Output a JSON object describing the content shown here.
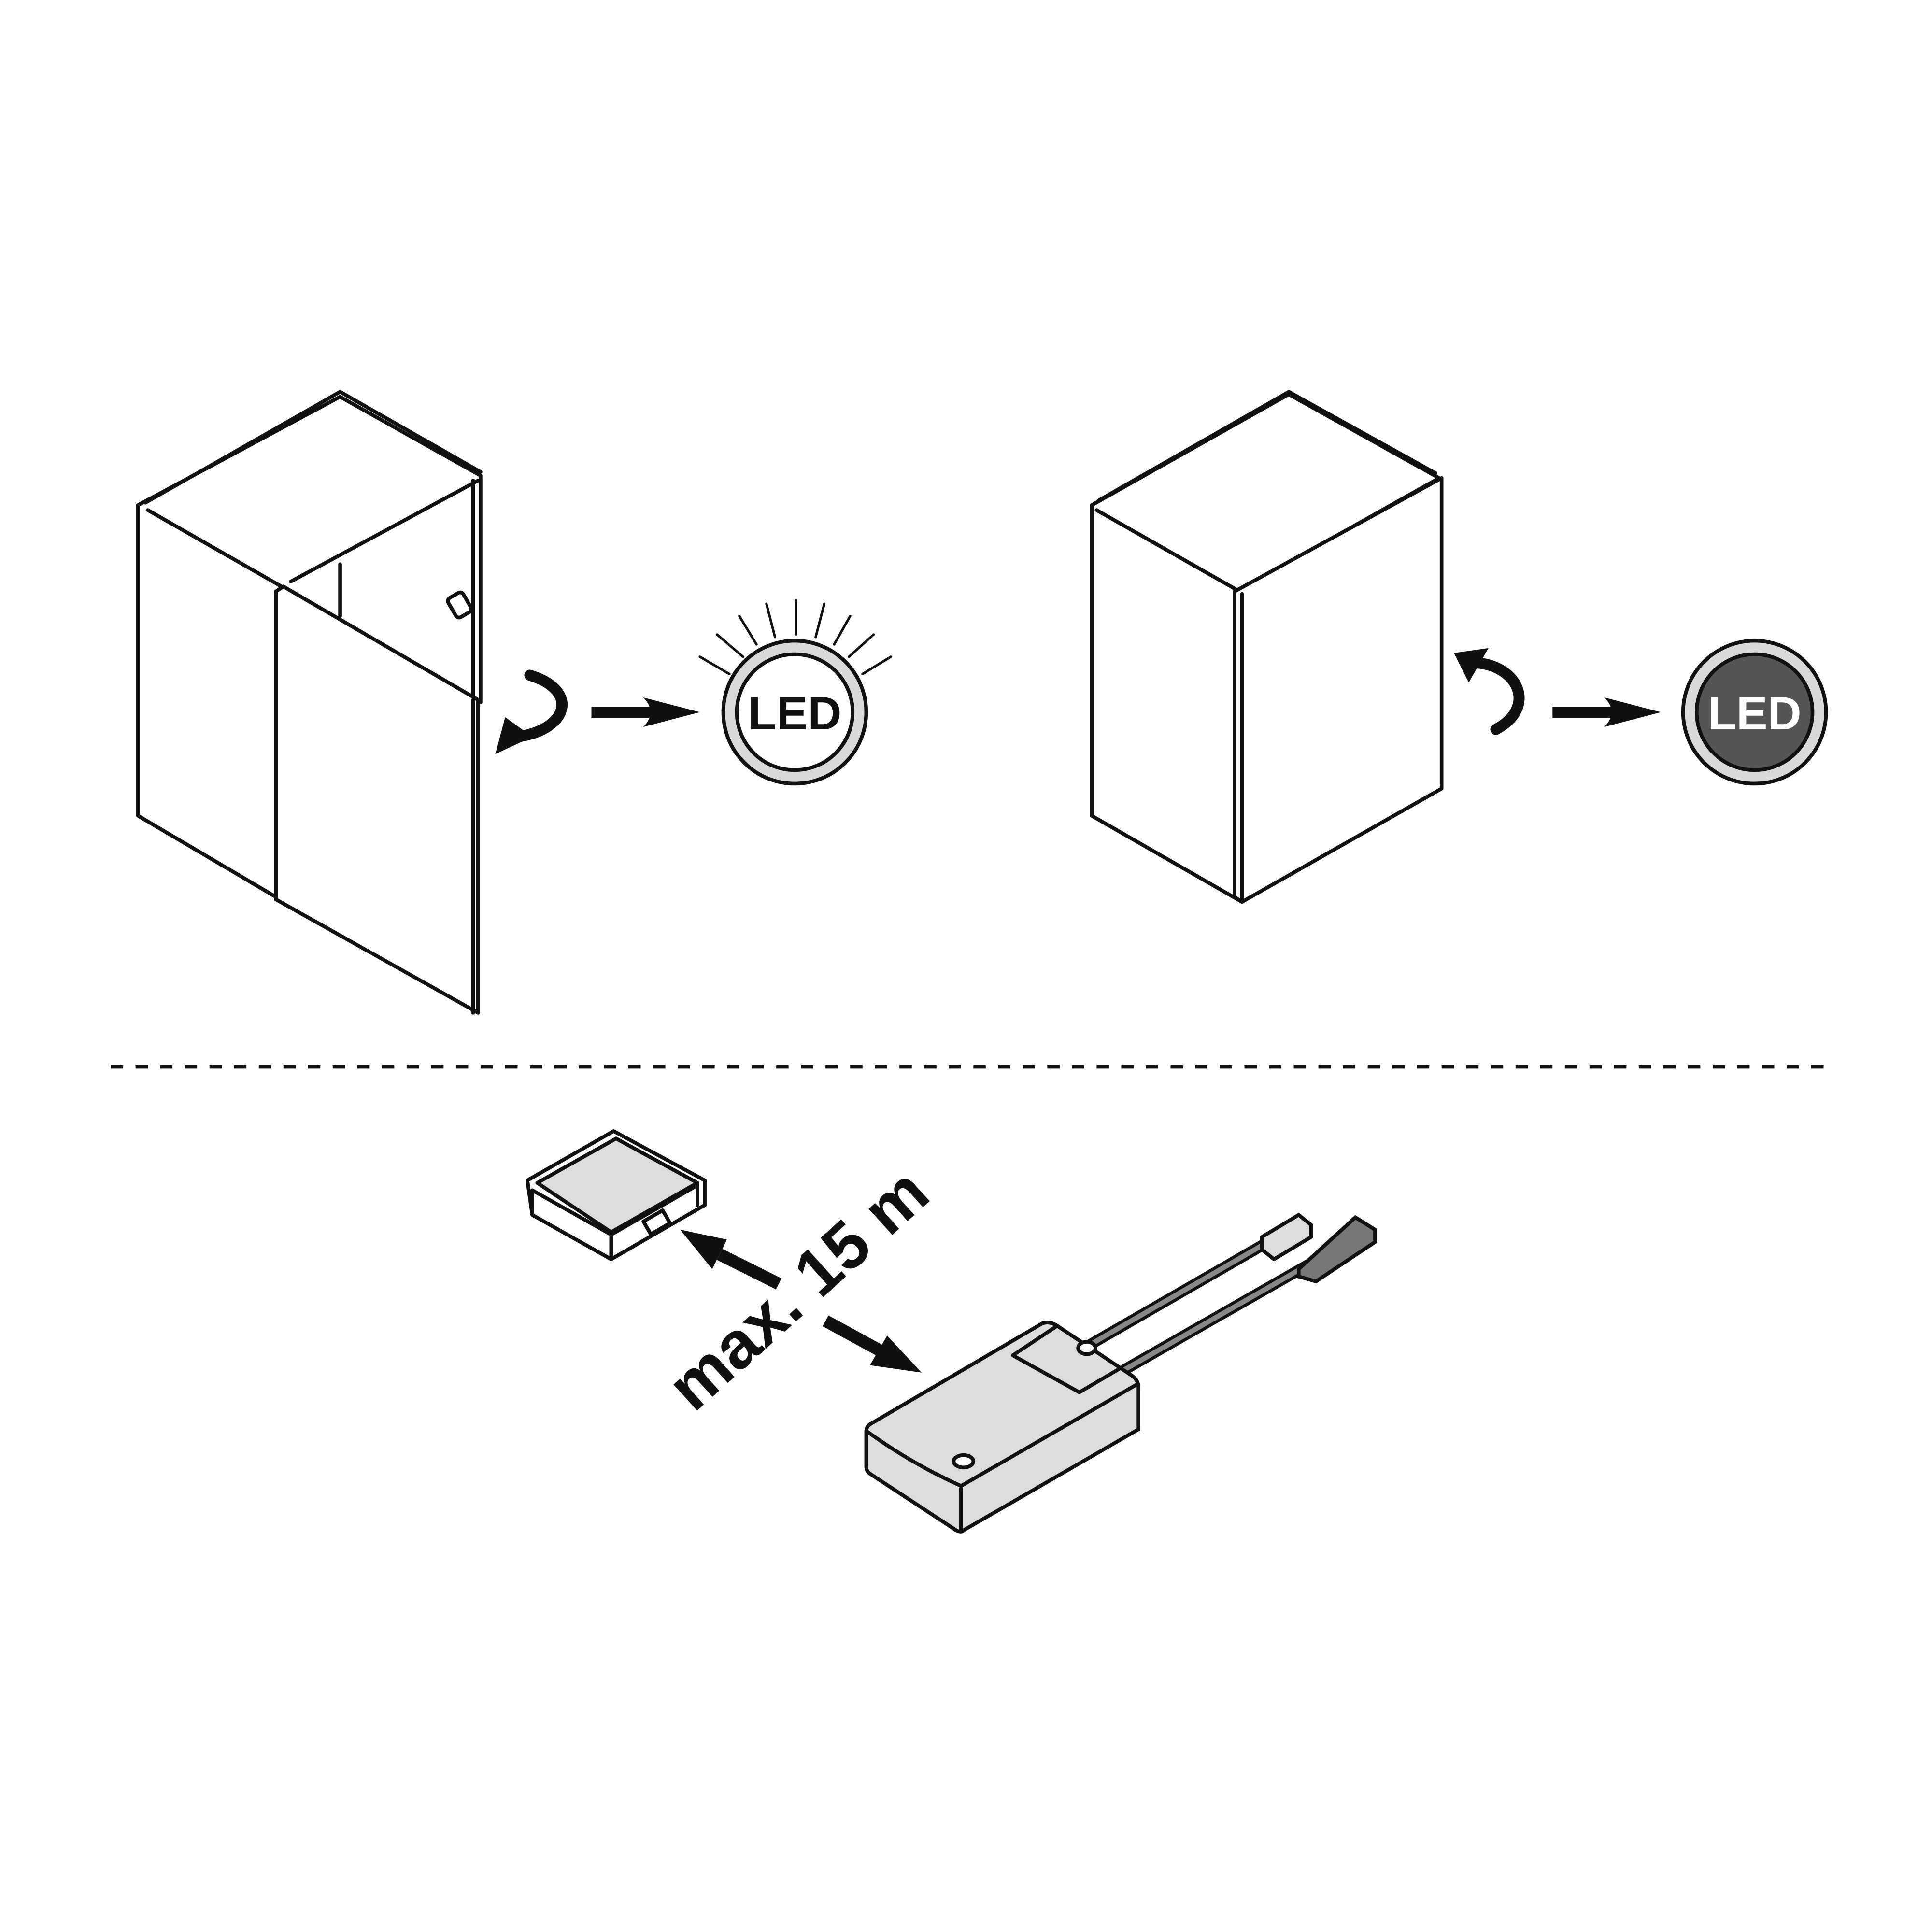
{
  "led_on": {
    "label": "LED",
    "ring_color": "#d9d9d9",
    "fill": "#ffffff"
  },
  "led_off": {
    "label": "LED",
    "ring_color": "#d9d9d9",
    "fill": "#555555"
  },
  "distance_label": "max. 15 m",
  "colors": {
    "line": "#111111",
    "device": "#dcdcdc",
    "cable": "#888888"
  }
}
